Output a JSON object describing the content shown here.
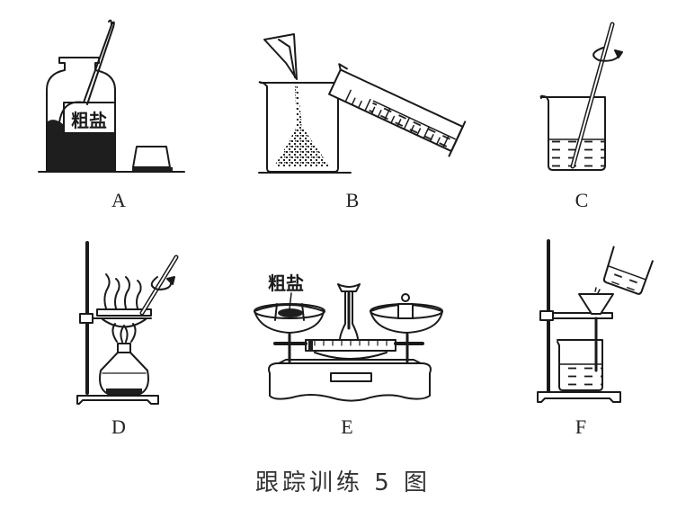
{
  "figure": {
    "caption": "跟踪训练 5 图",
    "panels": [
      {
        "id": "A",
        "label": "A",
        "description": "Wide-mouth reagent jar containing coarse salt with a spatula; jar stopper placed upside down beside it",
        "jar_label": "粗盐"
      },
      {
        "id": "B",
        "label": "B",
        "description": "Pouring solid from weighing paper into a beaker while pouring water from a graduated cylinder"
      },
      {
        "id": "C",
        "label": "C",
        "description": "Stirring liquid in a beaker with a glass rod (dissolving)"
      },
      {
        "id": "D",
        "label": "D",
        "description": "Evaporating dish on iron stand ring heated by alcohol lamp, stirred with glass rod"
      },
      {
        "id": "E",
        "label": "E",
        "description": "Weighing coarse salt on a pan balance; weight on right pan",
        "pan_label": "粗盐"
      },
      {
        "id": "F",
        "label": "F",
        "description": "Filtration: pouring liquid into a funnel on an iron stand with a beaker below"
      }
    ]
  },
  "colors": {
    "ink": "#1a1a1a",
    "background": "#ffffff",
    "fill_dark": "#1e1e1e"
  }
}
